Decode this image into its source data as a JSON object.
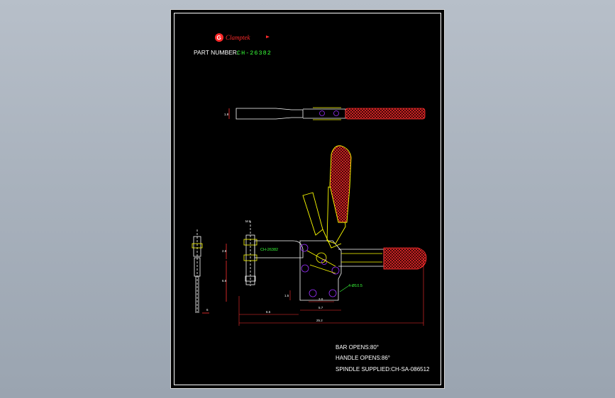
{
  "drawing": {
    "brand_name": "Clamptek",
    "part_number_label": "PART NUMBER:",
    "part_number_value": "CH-26382",
    "body_marking": "CH-26382",
    "hole_callout": "4-Ø10.5",
    "notes": [
      "BAR OPENS:80°",
      "HANDLE OPENS:86°",
      "SPINDLE SUPPLIED:CH-SA-086512"
    ],
    "dimensions": {
      "overall_length": "25.2",
      "left_offset": "6.5",
      "base_width": "5.7",
      "hole_spacing": "3.0",
      "spindle_thread": "M 6",
      "height_a": "2.8",
      "height_b": "6.6",
      "height_c": "1.5",
      "side_width": "1.8"
    },
    "colors": {
      "background": "#000000",
      "outline": "#ffffff",
      "part": "#ffff00",
      "grip": "#ff3030",
      "dimension": "#ff3030",
      "marking": "#39ff39",
      "holes": "#9b30ff"
    }
  }
}
